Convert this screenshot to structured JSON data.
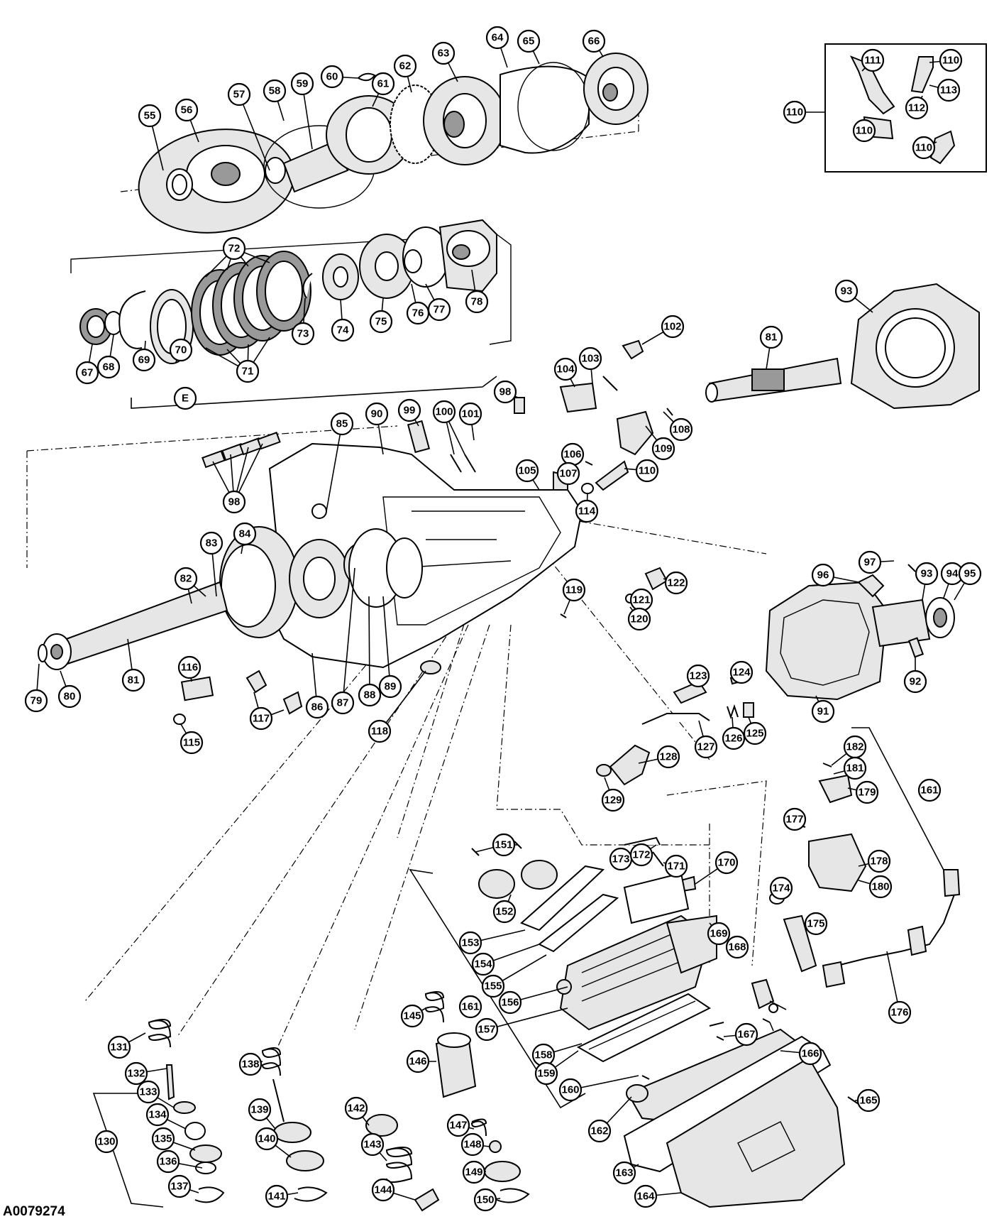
{
  "figure_id": "A0079274",
  "group_label": "E",
  "callouts": [
    {
      "label": "55"
    },
    {
      "label": "56"
    },
    {
      "label": "57"
    },
    {
      "label": "58"
    },
    {
      "label": "59"
    },
    {
      "label": "60"
    },
    {
      "label": "61"
    },
    {
      "label": "62"
    },
    {
      "label": "63"
    },
    {
      "label": "64"
    },
    {
      "label": "65"
    },
    {
      "label": "66"
    },
    {
      "label": "110"
    },
    {
      "label": "111"
    },
    {
      "label": "110"
    },
    {
      "label": "113"
    },
    {
      "label": "112"
    },
    {
      "label": "110"
    },
    {
      "label": "110"
    },
    {
      "label": "72"
    },
    {
      "label": "67"
    },
    {
      "label": "68"
    },
    {
      "label": "69"
    },
    {
      "label": "70"
    },
    {
      "label": "71"
    },
    {
      "label": "73"
    },
    {
      "label": "74"
    },
    {
      "label": "75"
    },
    {
      "label": "76"
    },
    {
      "label": "77"
    },
    {
      "label": "78"
    },
    {
      "label": "93"
    },
    {
      "label": "81"
    },
    {
      "label": "102"
    },
    {
      "label": "103"
    },
    {
      "label": "104"
    },
    {
      "label": "98"
    },
    {
      "label": "101"
    },
    {
      "label": "100"
    },
    {
      "label": "99"
    },
    {
      "label": "90"
    },
    {
      "label": "85"
    },
    {
      "label": "108"
    },
    {
      "label": "109"
    },
    {
      "label": "106"
    },
    {
      "label": "107"
    },
    {
      "label": "105"
    },
    {
      "label": "110"
    },
    {
      "label": "114"
    },
    {
      "label": "98"
    },
    {
      "label": "84"
    },
    {
      "label": "83"
    },
    {
      "label": "82"
    },
    {
      "label": "79"
    },
    {
      "label": "80"
    },
    {
      "label": "81"
    },
    {
      "label": "116"
    },
    {
      "label": "115"
    },
    {
      "label": "117"
    },
    {
      "label": "86"
    },
    {
      "label": "87"
    },
    {
      "label": "88"
    },
    {
      "label": "89"
    },
    {
      "label": "118"
    },
    {
      "label": "119"
    },
    {
      "label": "122"
    },
    {
      "label": "121"
    },
    {
      "label": "120"
    },
    {
      "label": "97"
    },
    {
      "label": "96"
    },
    {
      "label": "93"
    },
    {
      "label": "94"
    },
    {
      "label": "95"
    },
    {
      "label": "92"
    },
    {
      "label": "91"
    },
    {
      "label": "123"
    },
    {
      "label": "124"
    },
    {
      "label": "125"
    },
    {
      "label": "126"
    },
    {
      "label": "127"
    },
    {
      "label": "128"
    },
    {
      "label": "129"
    },
    {
      "label": "182"
    },
    {
      "label": "181"
    },
    {
      "label": "179"
    },
    {
      "label": "161"
    },
    {
      "label": "177"
    },
    {
      "label": "178"
    },
    {
      "label": "180"
    },
    {
      "label": "174"
    },
    {
      "label": "175"
    },
    {
      "label": "176"
    },
    {
      "label": "151"
    },
    {
      "label": "173"
    },
    {
      "label": "172"
    },
    {
      "label": "171"
    },
    {
      "label": "152"
    },
    {
      "label": "170"
    },
    {
      "label": "153"
    },
    {
      "label": "154"
    },
    {
      "label": "155"
    },
    {
      "label": "156"
    },
    {
      "label": "161"
    },
    {
      "label": "157"
    },
    {
      "label": "169"
    },
    {
      "label": "168"
    },
    {
      "label": "167"
    },
    {
      "label": "158"
    },
    {
      "label": "159"
    },
    {
      "label": "166"
    },
    {
      "label": "160"
    },
    {
      "label": "165"
    },
    {
      "label": "162"
    },
    {
      "label": "163"
    },
    {
      "label": "164"
    },
    {
      "label": "131"
    },
    {
      "label": "132"
    },
    {
      "label": "133"
    },
    {
      "label": "134"
    },
    {
      "label": "130"
    },
    {
      "label": "135"
    },
    {
      "label": "136"
    },
    {
      "label": "137"
    },
    {
      "label": "138"
    },
    {
      "label": "139"
    },
    {
      "label": "140"
    },
    {
      "label": "141"
    },
    {
      "label": "145"
    },
    {
      "label": "142"
    },
    {
      "label": "146"
    },
    {
      "label": "143"
    },
    {
      "label": "144"
    },
    {
      "label": "147"
    },
    {
      "label": "148"
    },
    {
      "label": "149"
    },
    {
      "label": "150"
    }
  ]
}
